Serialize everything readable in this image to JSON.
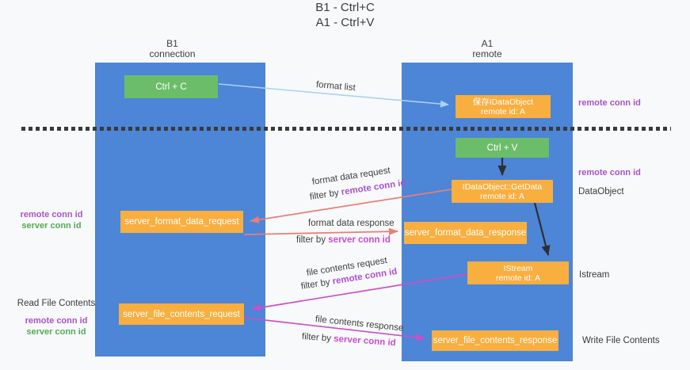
{
  "title": {
    "line1": "B1 - Ctrl+C",
    "line2": "A1 - Ctrl+V"
  },
  "lanes": {
    "b1": {
      "name": "B1",
      "subtitle": "connection"
    },
    "a1": {
      "name": "A1",
      "subtitle": "remote"
    }
  },
  "nodes": {
    "ctrl_c": "Ctrl + C",
    "ctrl_v": "Ctrl + V",
    "save_dataobject": {
      "title": "保存IDataObject",
      "subtitle": "remote id: A"
    },
    "getdata": {
      "title": "IDataObject::GetData",
      "subtitle": "remote id: A"
    },
    "istream": {
      "title": "IStream",
      "subtitle": "remote id: A"
    },
    "format_request": "server_format_data_request",
    "format_response": "server_format_data_response",
    "file_request": "server_file_contents_request",
    "file_response": "server_file_contents_response"
  },
  "messages": {
    "format_list": "format list",
    "format_request": {
      "text": "format data request",
      "filter": "filter by",
      "key": "remote conn id"
    },
    "format_response": {
      "text": "format data response",
      "filter": "filter by",
      "key": "server conn id"
    },
    "file_request": {
      "text": "file contents request",
      "filter": "filter by",
      "key": "remote conn id"
    },
    "file_response": {
      "text": "file contents response",
      "filter": "filter by",
      "key": "server conn id"
    }
  },
  "side_labels": {
    "left": {
      "format": {
        "remote": "remote conn id",
        "server": "server conn id"
      },
      "read_file": "Read File Contents",
      "file": {
        "remote": "remote conn id",
        "server": "server conn id"
      }
    },
    "right": {
      "conn_top": "remote conn id",
      "conn_mid": "remote conn id",
      "dataobject": "DataObject",
      "istream": "Istream",
      "write_file": "Write File Contents"
    }
  },
  "colors": {
    "lane_blue": "#4d85d7",
    "node_orange": "#f9ae40",
    "node_green": "#6cbd6a",
    "purple_label": "#a852c8",
    "magenta_label": "#c74bd4",
    "green_label": "#56a956",
    "arrow_blue": "#a8d3f0",
    "arrow_red": "#e97d78",
    "arrow_magenta": "#c850c8",
    "arrow_black": "#2f2f2f"
  }
}
